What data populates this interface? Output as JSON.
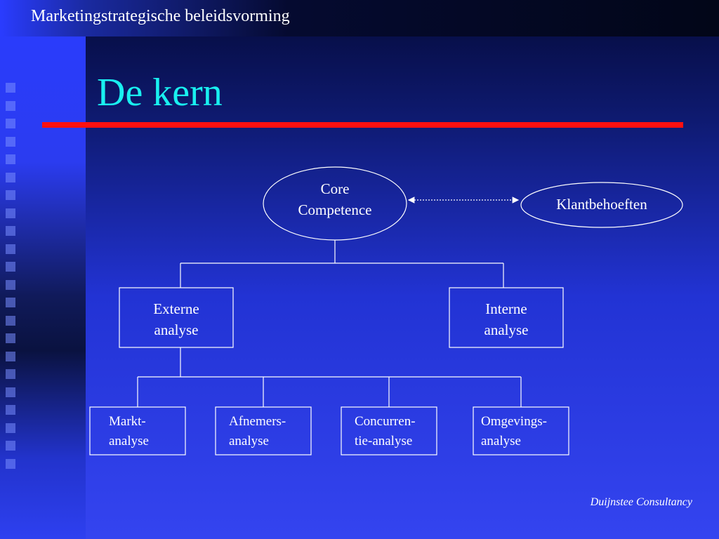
{
  "header": {
    "title": "Marketingstrategische beleidsvorming"
  },
  "slide": {
    "title": "De kern"
  },
  "diagram": {
    "core": {
      "line1": "Core",
      "line2": "Competence"
    },
    "customer_needs": "Klantbehoeften",
    "external": {
      "line1": "Externe",
      "line2": "analyse"
    },
    "internal": {
      "line1": "Interne",
      "line2": "analyse"
    },
    "market": {
      "line1": "Markt-",
      "line2": "analyse"
    },
    "customers": {
      "line1": "Afnemers-",
      "line2": "analyse"
    },
    "competition": {
      "line1": "Concurren-",
      "line2": "tie-analyse"
    },
    "environment": {
      "line1": "Omgevings-",
      "line2": "analyse"
    }
  },
  "footer": {
    "text": "Duijnstee Consultancy"
  },
  "colors": {
    "title": "#19f0f0",
    "rule": "#ff1010",
    "text": "#ffffff"
  }
}
